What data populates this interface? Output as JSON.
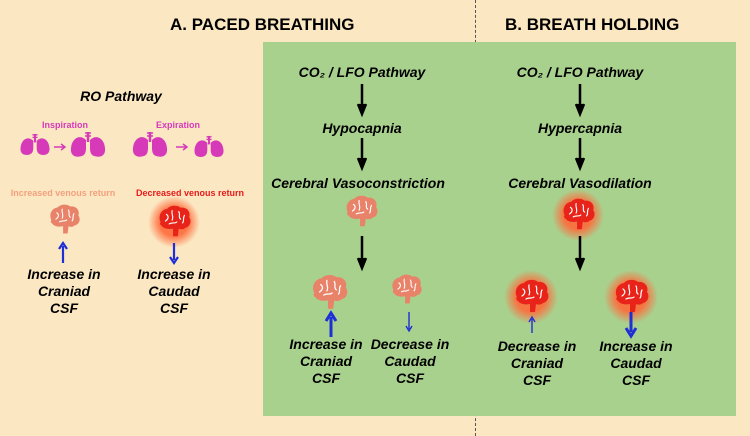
{
  "colors": {
    "background": "#fbe8c3",
    "panel": "#a9d18e",
    "lung": "#d63ab8",
    "brain_normal": "#e8836a",
    "brain_active": "#e8231a",
    "arrow_blue": "#1f2fd6",
    "venous_increase": "#f4a07e",
    "venous_decrease": "#e81a1a"
  },
  "section_a": {
    "title": "A. PACED BREATHING",
    "pathway": "CO₂ / LFO Pathway",
    "step1": "Hypocapnia",
    "step2": "Cerebral Vasoconstriction",
    "outcome_left": [
      "Increase in",
      "Craniad",
      "CSF"
    ],
    "outcome_right": [
      "Decrease in",
      "Caudad",
      "CSF"
    ]
  },
  "section_b": {
    "title": "B. BREATH HOLDING",
    "pathway": "CO₂ / LFO Pathway",
    "step1": "Hypercapnia",
    "step2": "Cerebral Vasodilation",
    "outcome_left": [
      "Decrease in",
      "Craniad",
      "CSF"
    ],
    "outcome_right": [
      "Increase in",
      "Caudad",
      "CSF"
    ]
  },
  "ro": {
    "title": "RO Pathway",
    "inspiration": "Inspiration",
    "expiration": "Expiration",
    "increased_venous": "Increased venous return",
    "decreased_venous": "Decreased venous return",
    "outcome_left": [
      "Increase in",
      "Craniad",
      "CSF"
    ],
    "outcome_right": [
      "Increase in",
      "Caudad",
      "CSF"
    ]
  },
  "icons": [
    "lungs-icon",
    "brain-icon",
    "down-arrow-icon",
    "up-arrow-icon"
  ]
}
